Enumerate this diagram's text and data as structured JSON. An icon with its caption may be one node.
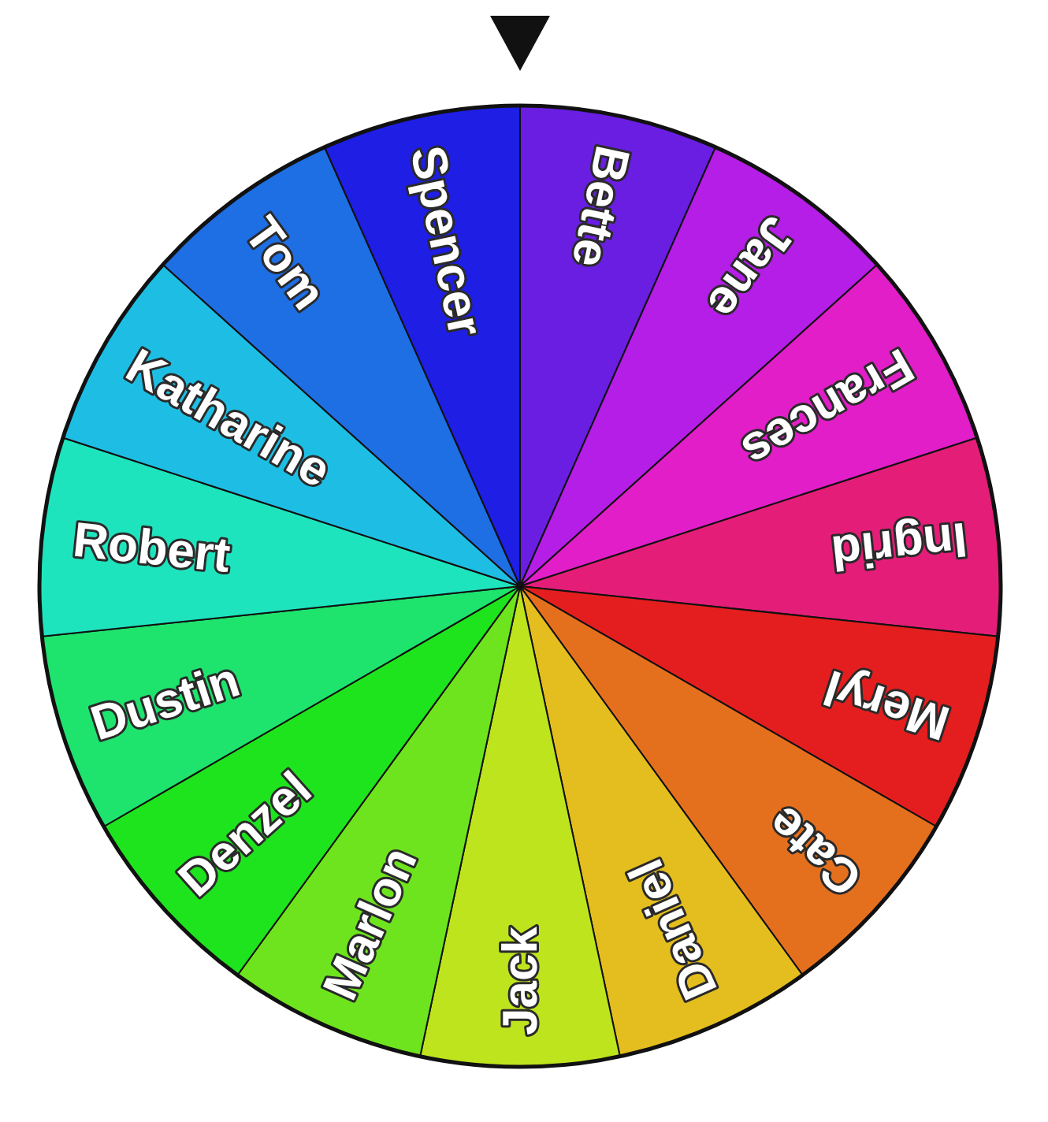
{
  "diagram": {
    "nodes": [
      {
        "text": [
          "Bette"
        ]
      },
      {
        "text": [
          "Jane"
        ]
      },
      {
        "text": [
          "Frances"
        ]
      },
      {
        "text": [
          "Ingrid"
        ]
      },
      {
        "text": [
          "Meryl"
        ]
      },
      {
        "text": [
          "Cate"
        ]
      },
      {
        "text": [
          "Daniel"
        ]
      },
      {
        "text": [
          "Jack"
        ]
      },
      {
        "text": [
          "Marlon"
        ]
      },
      {
        "text": [
          "Denzel"
        ]
      },
      {
        "text": [
          "Dustin"
        ]
      },
      {
        "text": [
          "Robert"
        ]
      },
      {
        "text": [
          "Katharine"
        ]
      },
      {
        "text": [
          "Tom"
        ]
      },
      {
        "text": [
          "Spencer"
        ]
      }
    ]
  }
}
